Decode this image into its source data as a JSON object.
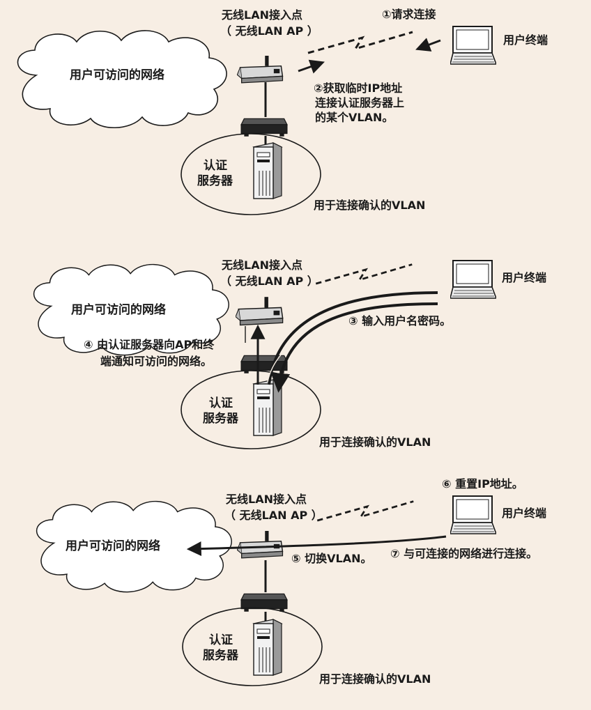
{
  "panels": [
    {
      "ap_title": "无线LAN接入点",
      "ap_subtitle": "（ 无线LAN AP ）",
      "network": "用户可访问的网络",
      "terminal": "用户终端",
      "server_line1": "认证",
      "server_line2": "服务器",
      "vlan": "用于连接确认的VLAN",
      "step1": "①请求连接",
      "step2_line1": "②获取临时IP地址",
      "step2_line2": "连接认证服务器上",
      "step2_line3": "的某个VLAN。"
    },
    {
      "ap_title": "无线LAN接入点",
      "ap_subtitle": "（ 无线LAN AP ）",
      "network": "用户可访问的网络",
      "terminal": "用户终端",
      "server_line1": "认证",
      "server_line2": "服务器",
      "vlan": "用于连接确认的VLAN",
      "step3": "③ 输入用户名密码。",
      "step4_line1": "④ 由认证服务器向AP和终",
      "step4_line2": "端通知可访问的网络。"
    },
    {
      "ap_title": "无线LAN接入点",
      "ap_subtitle": "（ 无线LAN AP ）",
      "network": "用户可访问的网络",
      "terminal": "用户终端",
      "server_line1": "认证",
      "server_line2": "服务器",
      "vlan": "用于连接确认的VLAN",
      "step5": "⑤ 切换VLAN。",
      "step6": "⑥ 重置IP地址。",
      "step7": "⑦ 与可连接的网络进行连接。"
    }
  ]
}
